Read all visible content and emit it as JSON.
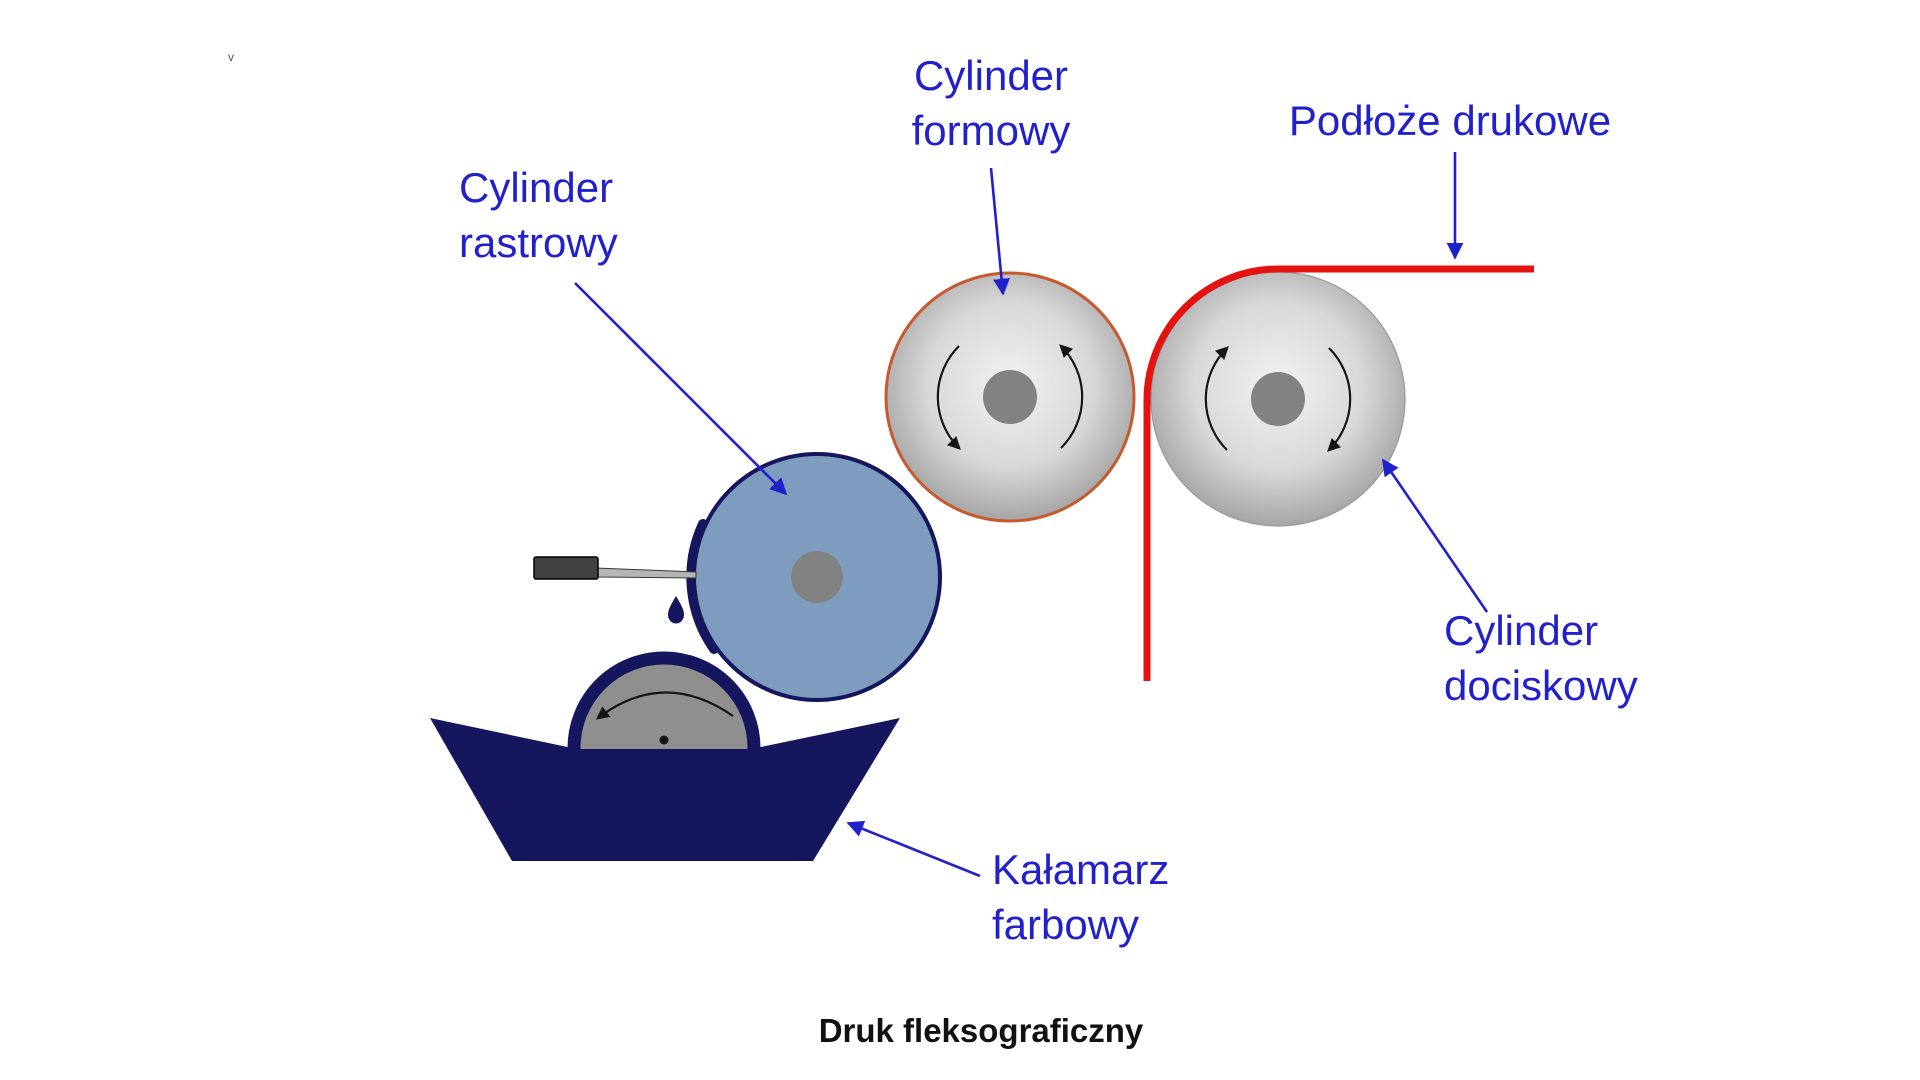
{
  "title": "Druk fleksograficzny",
  "artifact_mark": "v",
  "labels": {
    "plate_cylinder": {
      "line1": "Cylinder",
      "line2": "formowy"
    },
    "substrate": "Podłoże drukowe",
    "anilox_cylinder": {
      "line1": "Cylinder",
      "line2": "rastrowy"
    },
    "impression_cylinder": {
      "line1": "Cylinder",
      "line2": "dociskowy"
    },
    "ink_fountain": {
      "line1": "Kałamarz",
      "line2": "farbowy"
    }
  },
  "colors": {
    "label_blue": "#2121cc",
    "substrate_red": "#e51212",
    "anilox_fill": "#7e9cbe",
    "navy": "#16165e",
    "roller_gray": "#8f8f8f",
    "hub_gray": "#828282",
    "plate_stroke": "#c65a2e",
    "cylinder_light": "#f2f2f2",
    "cylinder_mid": "#d8d8d8",
    "cylinder_dark": "#9a9a9a",
    "arrow_black": "#151515",
    "title_color": "#111111"
  }
}
